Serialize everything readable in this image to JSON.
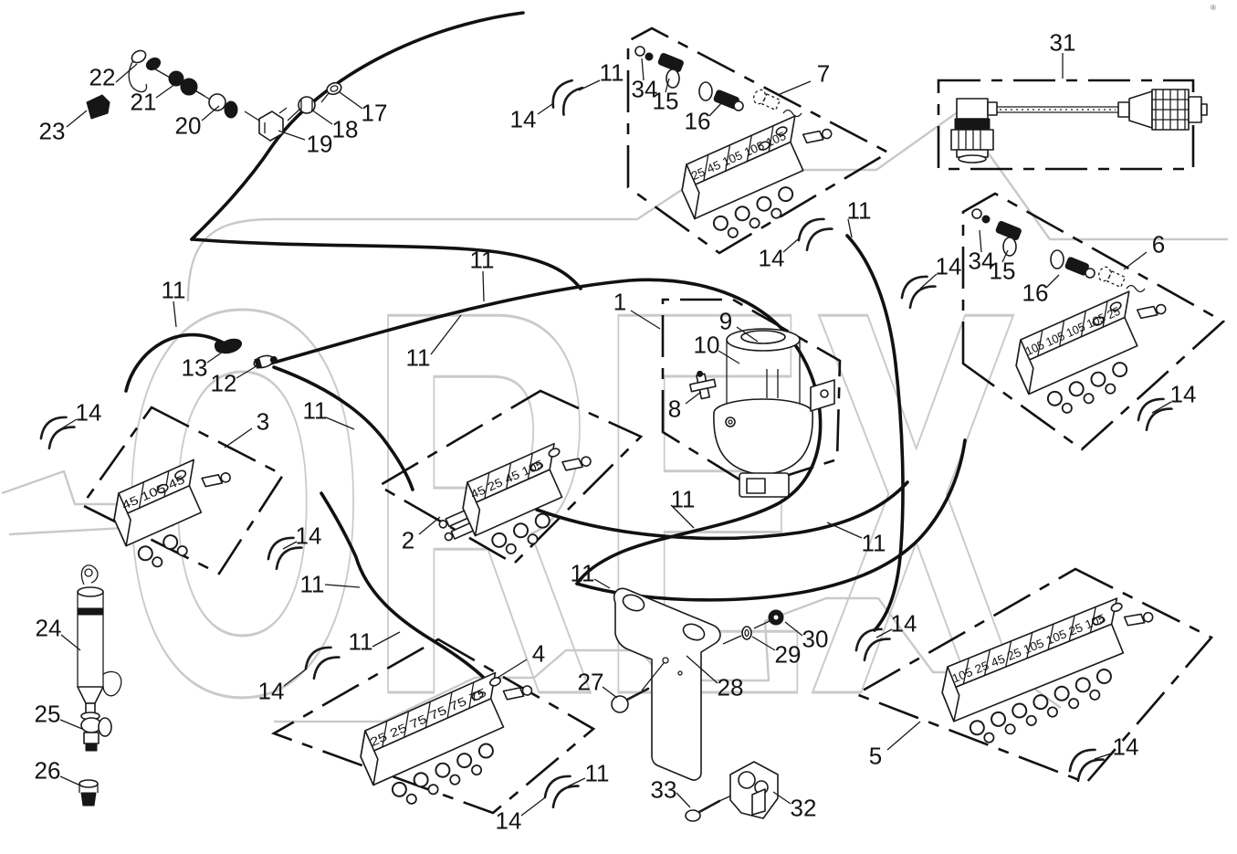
{
  "diagram": {
    "background": "#ffffff",
    "line_color": "#1a1a1a",
    "watermark": {
      "text": "OREX",
      "color": "#cacaca"
    },
    "corner_mark": "®",
    "callouts": [
      "22",
      "21",
      "23",
      "20",
      "19",
      "18",
      "17",
      "14",
      "11",
      "34",
      "15",
      "16",
      "7",
      "31",
      "11",
      "14",
      "34",
      "15",
      "16",
      "6",
      "14",
      "14",
      "11",
      "11",
      "1",
      "9",
      "10",
      "8",
      "13",
      "12",
      "11",
      "11",
      "14",
      "3",
      "14",
      "2",
      "11",
      "11",
      "11",
      "11",
      "24",
      "25",
      "26",
      "11",
      "14",
      "4",
      "11",
      "14",
      "27",
      "28",
      "29",
      "30",
      "33",
      "32",
      "14",
      "5",
      "14"
    ],
    "block_stamps": {
      "block7": "25 45 105 105 105",
      "block6": "105 105 105 105 25",
      "block3": "45 105 45",
      "block2": "45 25 45 105",
      "block4": "25 25 75 75 75 75",
      "block5": "105 25 45 25 105 105 25 105"
    }
  }
}
